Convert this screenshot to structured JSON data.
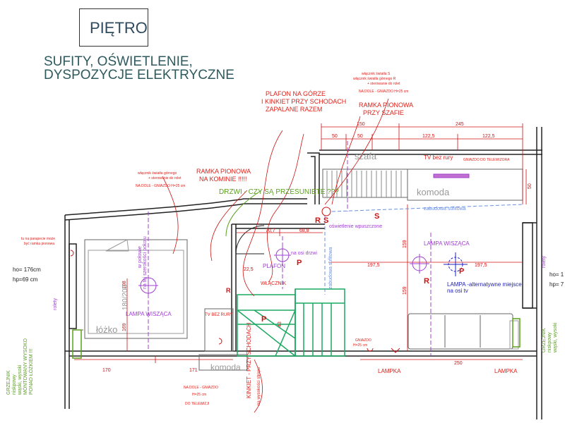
{
  "header": {
    "title": "PIĘTRO",
    "subtitle_line1": "SUFITY, OŚWIETLENIE,",
    "subtitle_line2": "DYSPOZYCJE ELEKTRYCZNE"
  },
  "colors": {
    "wall": "#222222",
    "red": "#e0201a",
    "green": "#5aa01e",
    "stairs": "#1aa860",
    "magenta": "#a040d0",
    "blue": "#2020c0",
    "dim": "#d01010"
  },
  "notes": {
    "plafon_gorze_1": "PLAFON NA GÓRZE",
    "plafon_gorze_2": "I KINKIET PRZY SCHODACH",
    "plafon_gorze_3": "ZAPALANE RAZEM",
    "ramka_szafie_1": "RAMKA PIONOWA",
    "ramka_szafie_2": "PRZY SZAFIE",
    "ramka_kominie_1": "RAMKA PIONOWA",
    "ramka_kominie_2": "NA KOMINIE !!!!!",
    "drzwi": "DRZWI - CZY SĄ PRZESUNIĘTE ???",
    "sw_top_1": "włącznik światła S",
    "sw_top_2": "włącznik światła górnego R",
    "sw_top_3": "+ sterowanie do rolet",
    "sw_top_4": "NA DOLE - GNIAZDO H=25 cm",
    "sw_left_1": "włącznik światła górnego",
    "sw_left_2": "+ sterowanie do rolet",
    "sw_left_3": "NA DOLE - GNIAZDO H=25 cm",
    "parapet_1": "tu na parapecie może",
    "parapet_2": "być ramka pionowa",
    "ho_left": "ho= 176cm",
    "hp_left": "hp=69 cm",
    "ho_right": "ho= 1",
    "hp_right": "hp= 7",
    "grzejnik_left_1": "GRZEJNIK",
    "grzejnik_left_2": "niskpowy",
    "grzejnik_left_3": "wąski, wysoki",
    "grzejnik_left_4": "MONTOWANY WYSOKO",
    "grzejnik_left_5": "PONAD ŁÓŻKIEM !!!",
    "grzejnik_right_1": "GRZEJNIK",
    "grzejnik_right_2": "niskpowy",
    "grzejnik_right_3": "wąski, wysoki",
    "rolety_left": "rolety",
    "rolety_right": "rolety",
    "polowie_1": "w połowie",
    "polowie_2": "na tej szerokości pokoju",
    "bed_size": "180/200",
    "bed_label": "łóżko",
    "lampa_left": "LAMPA WISZĄCA",
    "tv_rury": "TV BEZ RURY",
    "komoda_left": "komoda",
    "gniazdo_left_1": "NA DOLE - GNIAZDO",
    "gniazdo_left_2": "H=25 cm",
    "gniazdo_left_3": "DO TELEWIZJI",
    "kinkiet_1": "KINKIET - PRZY SCHODACH",
    "kinkiet_2": "na wysokości stropu",
    "plafon": "PLAFON",
    "osi_drzwi": "na osi drzwi",
    "wlacznik": "WŁĄCZNIK",
    "zabudowa_vert": "zabudowa sufitowa",
    "zabudowa_horiz": "zabudowa sufitowa",
    "oswietlenie": "oświetlenie wpuszczone",
    "szafa": "szafa",
    "komoda_right": "komoda",
    "tv_bez_rury": "TV bez rury",
    "gniazdo_tv": "GNIAZDO DO TELEWIZORA",
    "lampa_right": "LAMPA WISZĄCA",
    "lampa_alt_1": "LAMPA -alternatywne miejsce",
    "lampa_alt_2": "na osi tv",
    "gniazdo_bottom_1": "GNIAZDO",
    "gniazdo_bottom_2": "H=25 cm",
    "lampka_1": "LAMPKA",
    "lampka_2": "LAMPKA",
    "sym_R1": "R",
    "sym_S1": "S",
    "sym_S2": "S",
    "sym_R2": "R",
    "sym_P1": "P",
    "sym_P2": "P",
    "sym_P3": "P",
    "sym_P4": "P",
    "sym_R3": "R"
  },
  "dimensions": {
    "d150": "150",
    "d245": "245",
    "d50a": "50",
    "d50b": "50",
    "d122a": "122,5",
    "d122b": "122,5",
    "d50_right": "50",
    "d70": "70,7",
    "d68": "68,8",
    "d197a": "197,5",
    "d197b": "197,5",
    "d159a": "159",
    "d159b": "159",
    "d108": "108",
    "d169": "169",
    "d22": "22,5",
    "d43": "43",
    "d170": "170",
    "d171": "171",
    "d250": "250"
  }
}
